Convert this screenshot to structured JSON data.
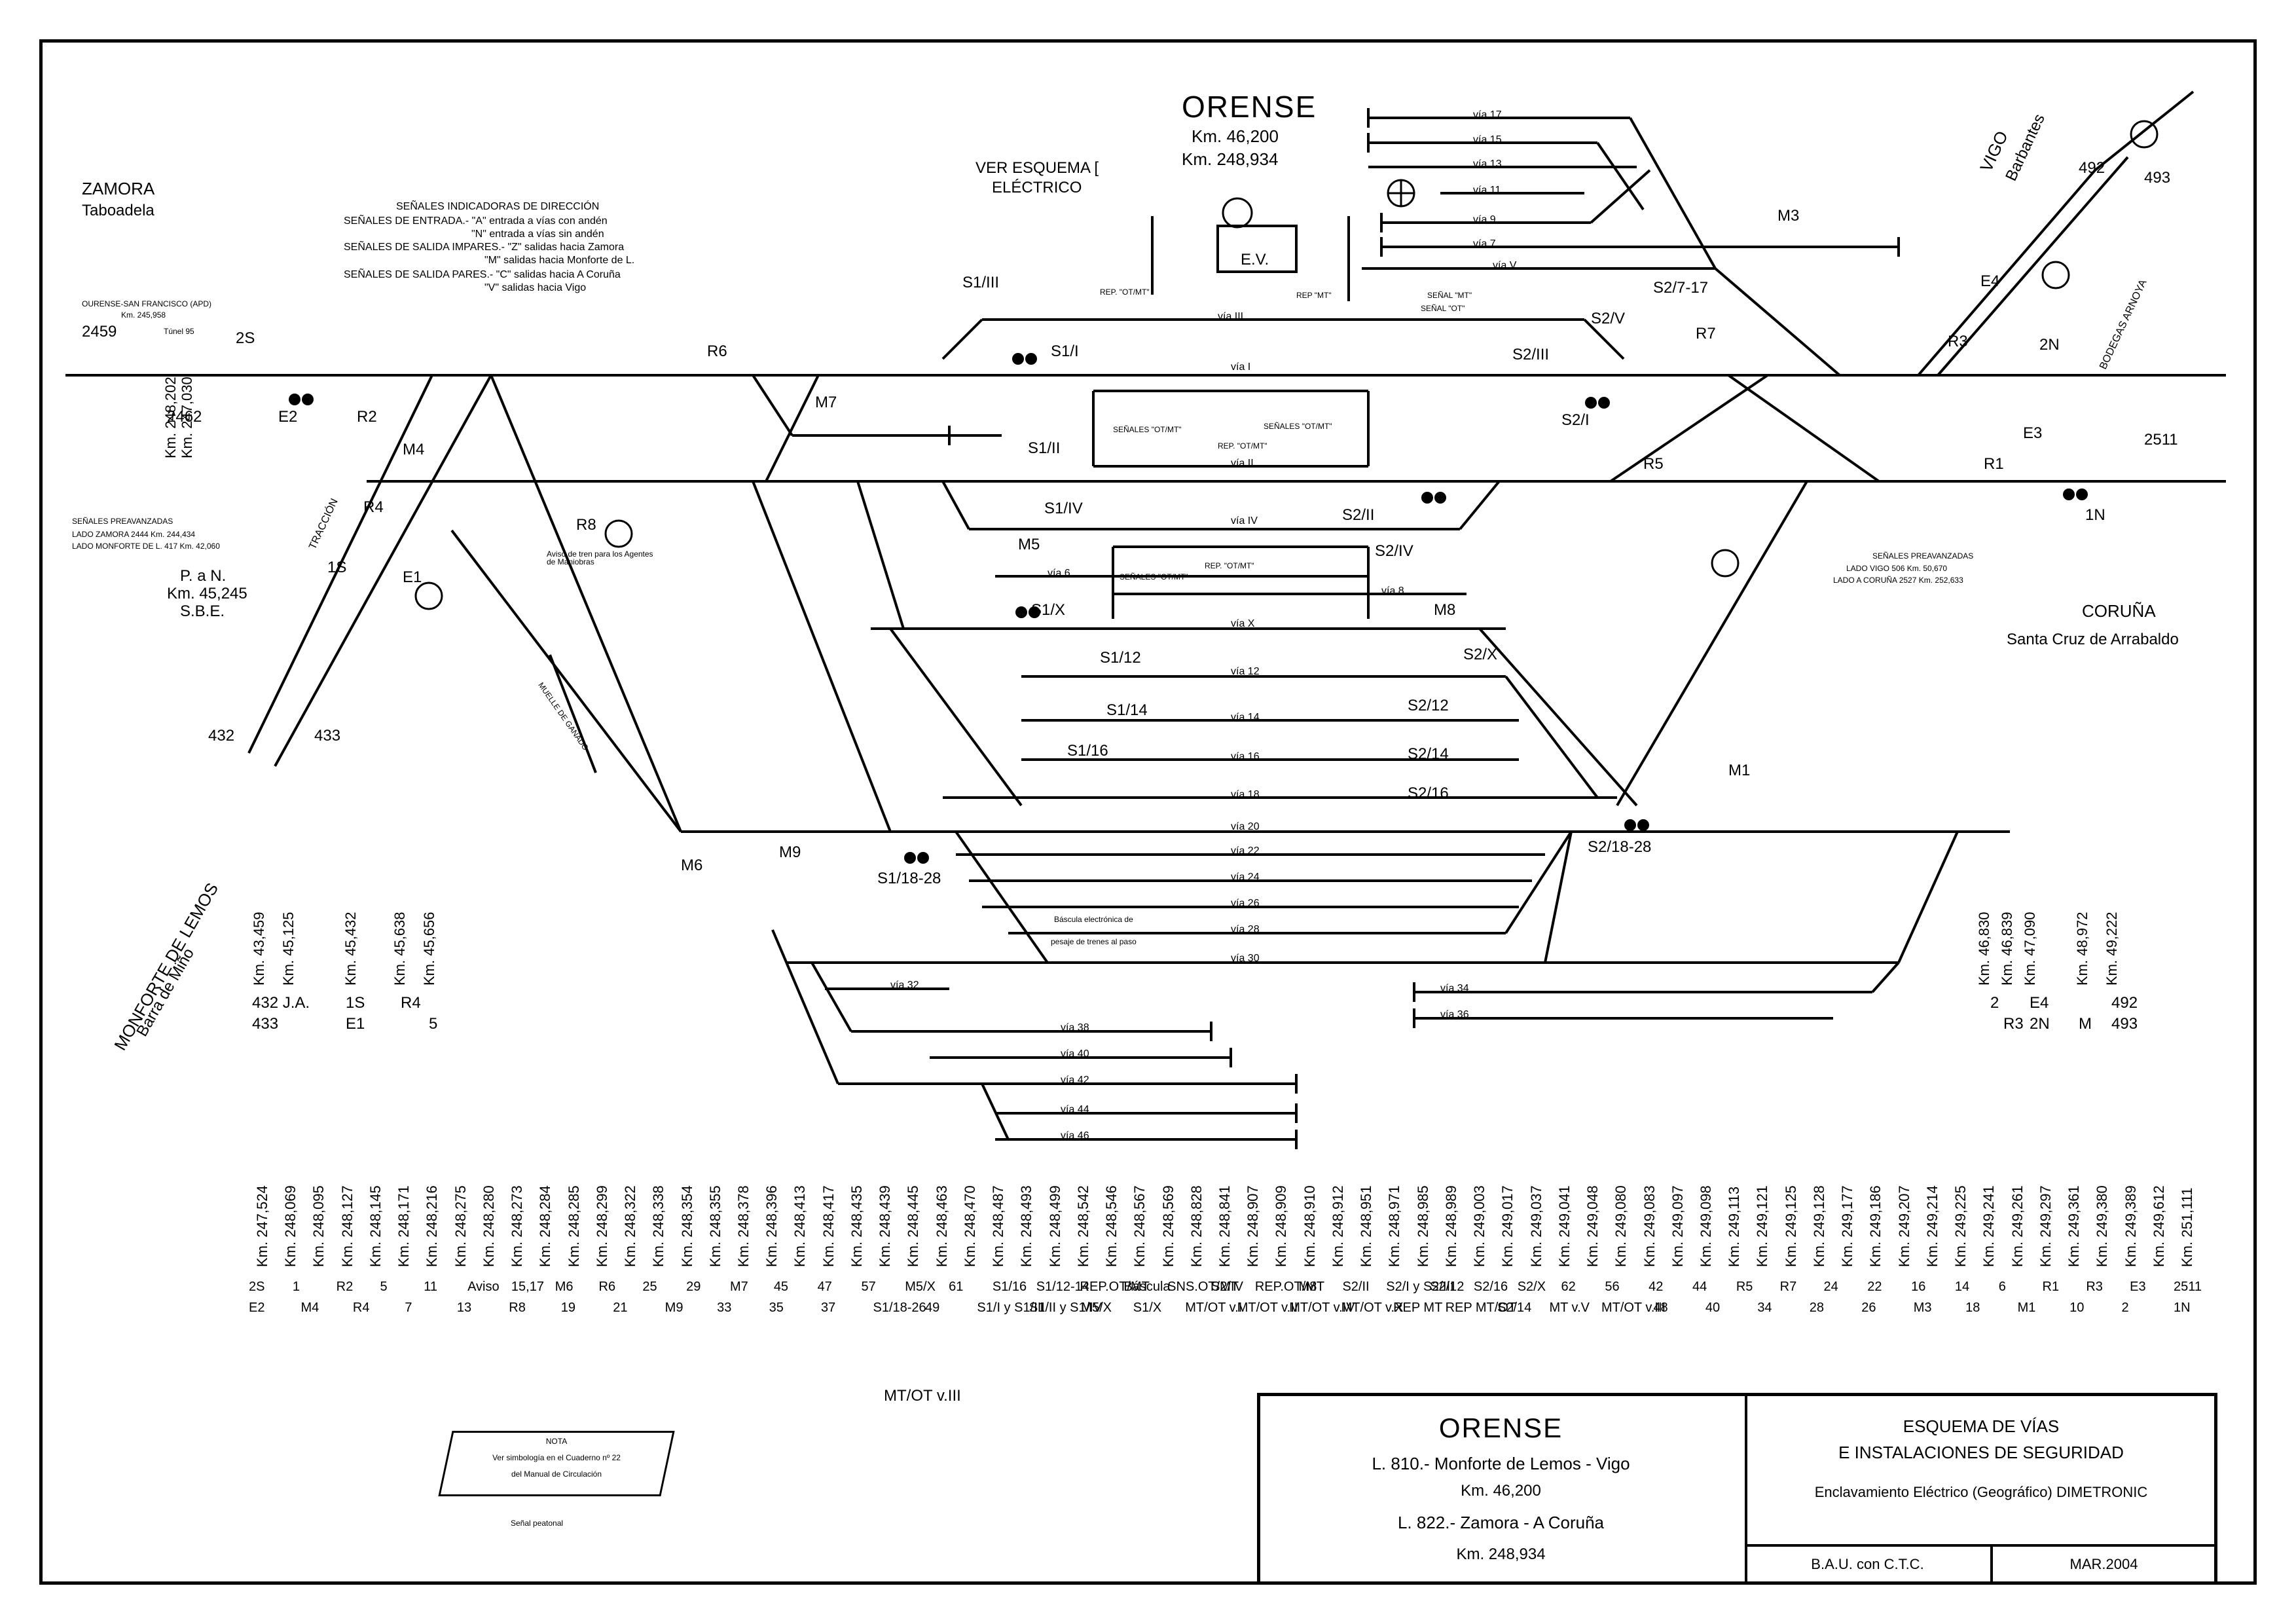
{
  "header": {
    "station": "ORENSE",
    "km1": "Km. 46,200",
    "km2": "Km. 248,934",
    "ver_esquema": "VER ESQUEMA [",
    "electrico": "ELÉCTRICO"
  },
  "directions": {
    "zamora": "ZAMORA",
    "taboadela": "Taboadela",
    "vigo": "VIGO",
    "barbantes": "Barbantes",
    "coruna": "CORUÑA",
    "santa_cruz": "Santa Cruz de Arrabaldo",
    "monforte": "MONFORTE DE LEMOS",
    "barra_mino": "Barra de Miño"
  },
  "legend": {
    "title": "SEÑALES INDICADORAS DE DIRECCIÓN",
    "l1a": "SEÑALES DE ENTRADA.-  \"A\" entrada a vías con andén",
    "l1b": "\"N\" entrada a vías sin andén",
    "l2a": "SEÑALES DE SALIDA IMPARES.-  \"Z\" salidas hacia Zamora",
    "l2b": "\"M\" salidas hacia Monforte de L.",
    "l3a": "SEÑALES DE SALIDA PARES.-  \"C\" salidas hacia A Coruña",
    "l3b": "\"V\" salidas hacia Vigo"
  },
  "left_notes": {
    "apd": "OURENSE-SAN FRANCISCO (APD)",
    "apd_km": "Km. 245,958",
    "tunel": "Túnel 95",
    "prean_title": "SEÑALES PREAVANZADAS",
    "prean_1": "LADO ZAMORA          2444   Km. 244,434",
    "prean_2": "LADO MONFORTE DE L.   417   Km.  42,060",
    "pan": "P. a N.",
    "pan_km": "Km. 45,245",
    "sbe": "S.B.E.",
    "km_v1": "Km. 248,202",
    "km_v2": "Km. 247,030",
    "traccion": "TRACCIÓN",
    "aviso": "Aviso de tren para los Agentes de Maniobras",
    "muelle": "MUELLE DE GANADO"
  },
  "right_notes": {
    "prean_title": "SEÑALES PREAVANZADAS",
    "prean_1": "LADO VIGO       506   Km. 50,670",
    "prean_2": "LADO A CORUÑA   2527   Km. 252,633",
    "bodegas": "BODEGAS ARNOYA"
  },
  "tracks": {
    "v17": "vía 17",
    "v15": "vía 15",
    "v13": "vía 13",
    "v11": "vía 11",
    "v9": "vía 9",
    "v7": "vía 7",
    "vV": "vía V",
    "vIII": "vía III",
    "vI": "vía I",
    "vII": "vía II",
    "vIV": "vía IV",
    "v6": "vía 6",
    "v8": "vía 8",
    "vX": "vía X",
    "v12": "vía 12",
    "v14": "vía 14",
    "v16": "vía 16",
    "v18": "vía 18",
    "v20": "vía 20",
    "v22": "vía 22",
    "v24": "vía 24",
    "v26": "vía 26",
    "v28": "vía 28",
    "v30": "vía 30",
    "v32": "vía 32",
    "v34": "vía 34",
    "v36": "vía 36",
    "v38": "vía 38",
    "v40": "vía 40",
    "v42": "vía 42",
    "v44": "vía 44",
    "v46": "vía 46",
    "bascula1": "Báscula electrónica de",
    "bascula2": "pesaje de trenes al paso",
    "senales_otmt": "SEÑALES \"OT/MT\"",
    "rep_otmt": "REP. \"OT/MT\"",
    "rep_mt": "REP \"MT\"",
    "senal_mt": "SEÑAL \"MT\"",
    "senal_ot": "SEÑAL \"OT\"",
    "ev": "E.V."
  },
  "signals": [
    "S1/III",
    "S1/I",
    "S1/II",
    "S1/IV",
    "S1/X",
    "S1/12",
    "S1/14",
    "S1/16",
    "S1/18-28",
    "S2/V",
    "S2/III",
    "S2/I",
    "S2/II",
    "S2/IV",
    "S2/X",
    "S2/12",
    "S2/14",
    "S2/16",
    "S2/18-28",
    "S2/7-17",
    "R6",
    "R2",
    "R4",
    "R8",
    "R5",
    "R7",
    "R3",
    "R1",
    "M4",
    "M5",
    "M6",
    "M7",
    "M8",
    "M9",
    "M1",
    "M3",
    "E1",
    "E2",
    "E3",
    "E4",
    "1S",
    "2S",
    "1N",
    "2N",
    "2459",
    "2462",
    "2511",
    "432",
    "433",
    "492",
    "493"
  ],
  "km_left": [
    {
      "km": "Km. 43,459",
      "a": "432  J.A.",
      "b": "433"
    },
    {
      "km": "Km. 45,125",
      "a": "",
      "b": ""
    },
    {
      "km": "Km. 45,432",
      "a": "1S",
      "b": "E1"
    },
    {
      "km": "Km. 45,638",
      "a": "R4",
      "b": ""
    },
    {
      "km": "Km. 45,656",
      "a": "",
      "b": "5"
    }
  ],
  "km_right": [
    {
      "km": "Km. 46,830",
      "a": "2",
      "b": ""
    },
    {
      "km": "Km. 46,839",
      "a": "E4",
      "b": "R3"
    },
    {
      "km": "Km. 47,090",
      "a": "",
      "b": "2N"
    },
    {
      "km": "Km. 48,972",
      "a": "492",
      "b": "M"
    },
    {
      "km": "Km. 49,222",
      "a": "",
      "b": "493"
    }
  ],
  "km_bottom": [
    "Km. 247,524",
    "Km. 248,069",
    "Km. 248,095",
    "Km. 248,127",
    "Km. 248,145",
    "Km. 248,171",
    "Km. 248,216",
    "Km. 248,275",
    "Km. 248,280",
    "Km. 248,273",
    "Km. 248,284",
    "Km. 248,285",
    "Km. 248,299",
    "Km. 248,322",
    "Km. 248,338",
    "Km. 248,354",
    "Km. 248,355",
    "Km. 248,378",
    "Km. 248,396",
    "Km. 248,413",
    "Km. 248,417",
    "Km. 248,435",
    "Km. 248,439",
    "Km. 248,445",
    "Km. 248,463",
    "Km. 248,470",
    "Km. 248,487",
    "Km. 248,493",
    "Km. 248,499",
    "Km. 248,542",
    "Km. 248,546",
    "Km. 248,567",
    "Km. 248,569",
    "Km. 248,828",
    "Km. 248,841",
    "Km. 248,907",
    "Km. 248,909",
    "Km. 248,910",
    "Km. 248,912",
    "Km. 248,951",
    "Km. 248,971",
    "Km. 248,985",
    "Km. 248,989",
    "Km. 249,003",
    "Km. 249,017",
    "Km. 249,037",
    "Km. 249,041",
    "Km. 249,048",
    "Km. 249,080",
    "Km. 249,083",
    "Km. 249,097",
    "Km. 249,098",
    "Km. 249,113",
    "Km. 249,121",
    "Km. 249,125",
    "Km. 249,128",
    "Km. 249,177",
    "Km. 249,186",
    "Km. 249,207",
    "Km. 249,214",
    "Km. 249,225",
    "Km. 249,241",
    "Km. 249,261",
    "Km. 249,297",
    "Km. 249,361",
    "Km. 249,380",
    "Km. 249,389",
    "Km. 249,612",
    "Km. 251,111"
  ],
  "bottom_labels": {
    "r1": [
      "2S",
      "1",
      "R2",
      "5",
      "11",
      "Aviso",
      "15,17",
      "M6",
      "R6",
      "25",
      "29",
      "M7",
      "45",
      "47",
      "57",
      "M5/X",
      "61",
      "S1/16",
      "S1/12-14",
      "REP.OT/MT",
      "Báscula",
      "SNS.OT/MT",
      "S2/IV",
      "REP.OT/MT",
      "M8",
      "S2/II",
      "S2/I y S2/III",
      "S2/12",
      "S2/16",
      "S2/X",
      "62",
      "56",
      "42",
      "44",
      "R5",
      "R7",
      "24",
      "22",
      "16",
      "14",
      "6",
      "R1",
      "R3",
      "E3",
      "2511"
    ],
    "r2": [
      "E2",
      "M4",
      "R4",
      "7",
      "13",
      "R8",
      "19",
      "21",
      "M9",
      "33",
      "35",
      "37",
      "S1/18-26",
      "49",
      "S1/I y S1/III",
      "S1/II y S1/IV",
      "M5/X",
      "S1/X",
      "MT/OT v.I",
      "MT/OT v.II",
      "MT/OT v.IV",
      "MT/OT v.X",
      "REP MT",
      "REP MT/OT",
      "S2/14",
      "MT v.V",
      "MT/OT v.III",
      "48",
      "40",
      "34",
      "28",
      "26",
      "M3",
      "18",
      "M1",
      "10",
      "2",
      "1N"
    ],
    "mtot_viii": "MT/OT v.III"
  },
  "title_block": {
    "station": "ORENSE",
    "line1": "L. 810.-  Monforte de Lemos  -  Vigo",
    "line1_km": "Km. 46,200",
    "line2": "L. 822.-  Zamora  -  A Coruña",
    "line2_km": "Km. 248,934",
    "esquema1": "ESQUEMA  DE  VÍAS",
    "esquema2": "E  INSTALACIONES  DE  SEGURIDAD",
    "enclav": "Enclavamiento Eléctrico (Geográfico) DIMETRONIC",
    "bau": "B.A.U.  con  C.T.C.",
    "date": "MAR.2004"
  },
  "nota": {
    "title": "NOTA",
    "l1": "Ver simbología en el Cuaderno nº 22",
    "l2": "del Manual de Circulación",
    "peatonal": "Señal peatonal"
  }
}
